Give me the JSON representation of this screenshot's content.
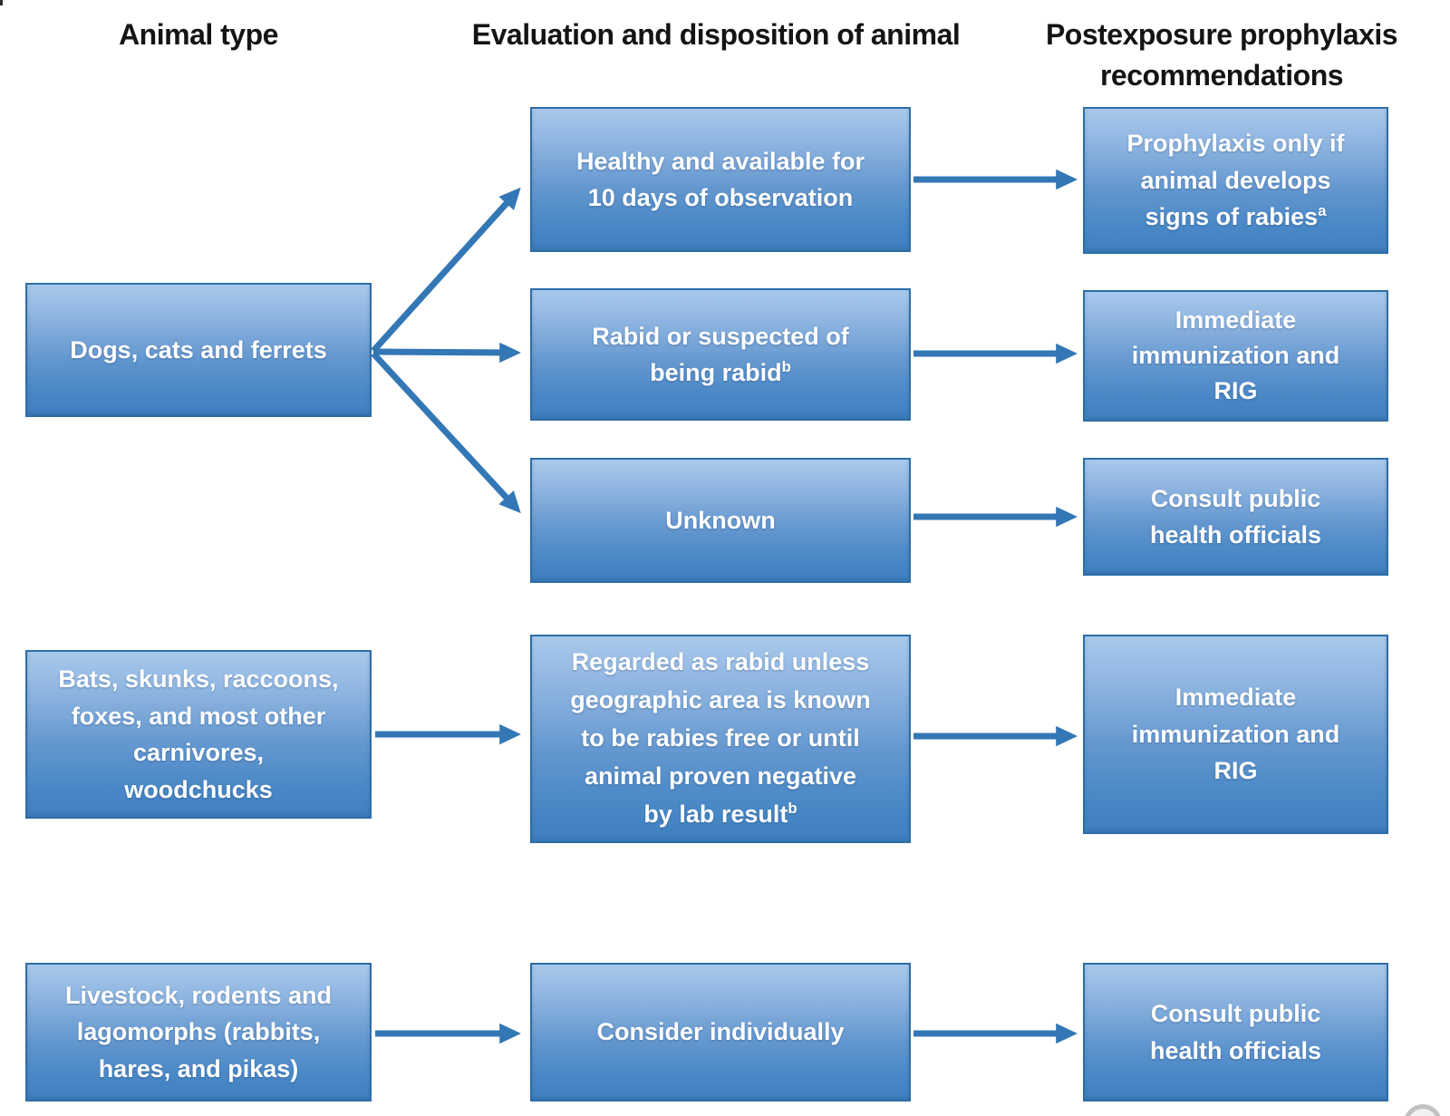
{
  "headers": {
    "col1": "Animal type",
    "col2": "Evaluation and disposition of animal",
    "col3_lines": [
      "Postexposure prophylaxis",
      "recommendations"
    ]
  },
  "colors": {
    "background": "#ffffff",
    "box_gradient_top": "#a9c9ec",
    "box_gradient_bottom": "#3f80c0",
    "box_border": "#2e6da6",
    "arrow": "#3377b5",
    "box_text": "#ffffff",
    "header_text": "#141414"
  },
  "nodes": {
    "dogs": {
      "lines": [
        "Dogs, cats and ferrets"
      ],
      "sup": ""
    },
    "bats": {
      "lines": [
        "Bats, skunks, raccoons,",
        "foxes, and most other",
        "carnivores,",
        "woodchucks"
      ],
      "sup": ""
    },
    "livestock": {
      "lines": [
        "Livestock, rodents and",
        "lagomorphs (rabbits,",
        "hares, and pikas)"
      ],
      "sup": ""
    },
    "healthy": {
      "lines": [
        "Healthy and available for",
        "10 days of observation"
      ],
      "sup": ""
    },
    "rabid": {
      "lines": [
        "Rabid or suspected of",
        "being rabid"
      ],
      "sup": "b"
    },
    "unknown": {
      "lines": [
        "Unknown"
      ],
      "sup": ""
    },
    "regarded": {
      "lines": [
        "Regarded as rabid unless",
        "geographic area is known",
        "to be rabies free or until",
        "animal proven negative",
        "by lab result"
      ],
      "sup": "b"
    },
    "consider": {
      "lines": [
        "Consider individually"
      ],
      "sup": ""
    },
    "prophylaxis": {
      "lines": [
        "Prophylaxis only if",
        "animal develops",
        "signs of rabies"
      ],
      "sup": "a"
    },
    "immediate1": {
      "lines": [
        "Immediate",
        "immunization and",
        "RIG"
      ],
      "sup": ""
    },
    "consult1": {
      "lines": [
        "Consult public",
        "health officials"
      ],
      "sup": ""
    },
    "immediate2": {
      "lines": [
        "Immediate",
        "immunization and",
        "RIG"
      ],
      "sup": ""
    },
    "consult2": {
      "lines": [
        "Consult public",
        "health officials"
      ],
      "sup": ""
    }
  }
}
